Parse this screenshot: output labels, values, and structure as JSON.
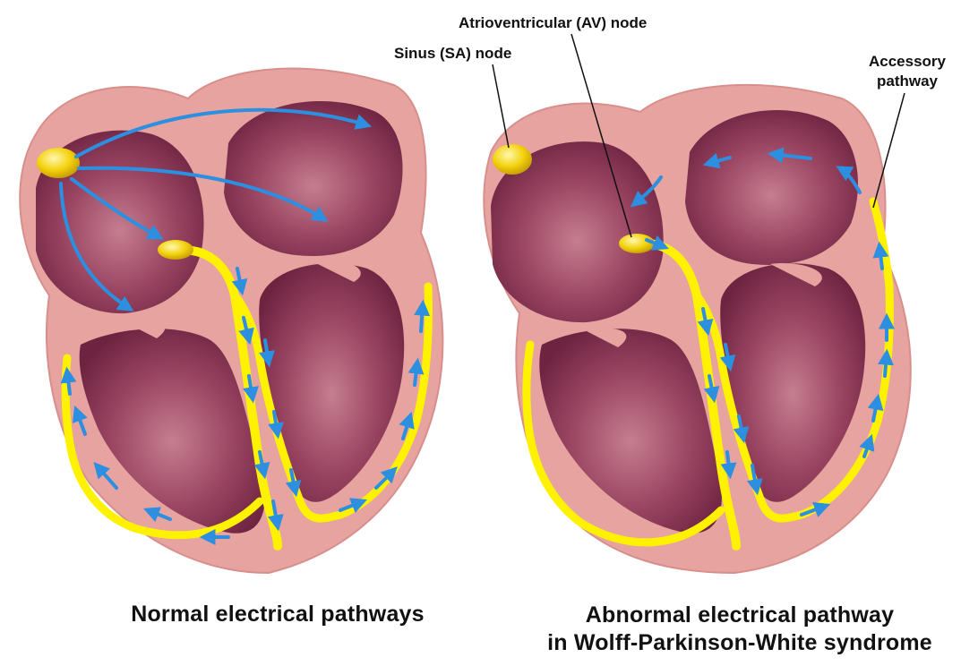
{
  "labels": {
    "av_node": "Atrioventricular (AV) node",
    "sa_node": "Sinus (SA) node",
    "accessory_line1": "Accessory",
    "accessory_line2": "pathway"
  },
  "captions": {
    "normal": "Normal electrical pathways",
    "abnormal_line1": "Abnormal electrical pathway",
    "abnormal_line2": "in Wolff-Parkinson-White syndrome"
  },
  "colors": {
    "heart_wall": "#e6a3a0",
    "chamber_dark": "#7a2d48",
    "chamber_light": "#b96a80",
    "conduction": "#fff200",
    "node": "#f2d40e",
    "arrow": "#2c8fe0"
  }
}
